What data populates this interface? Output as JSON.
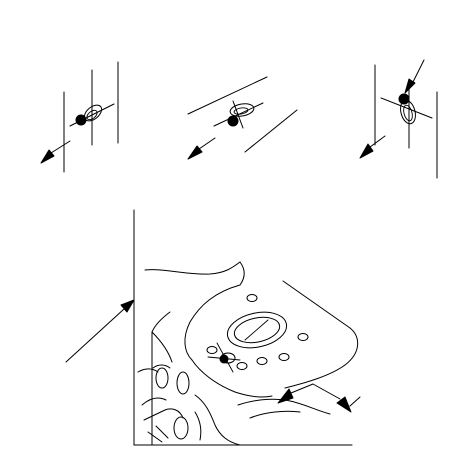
{
  "figure": {
    "panels": [
      {
        "view": "detail-left"
      },
      {
        "view": "detail-center"
      },
      {
        "view": "detail-right"
      },
      {
        "view": "engine-block-main"
      }
    ],
    "colors": {
      "background": "#ffffff",
      "line": "#000000",
      "fill": "#000000"
    },
    "icons": [
      "arrow-icon",
      "dot-marker-icon",
      "bolt-hole-icon"
    ]
  }
}
